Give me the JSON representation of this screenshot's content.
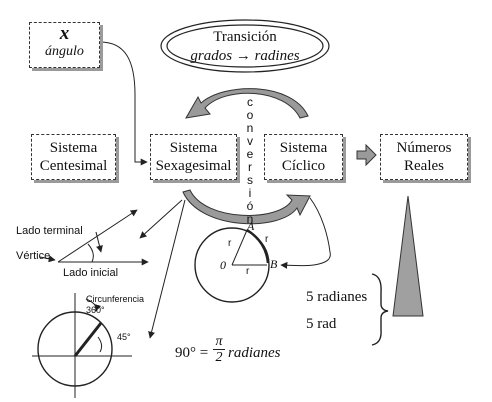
{
  "variable": {
    "symbol": "x",
    "name": "ángulo"
  },
  "transition": {
    "title": "Transición",
    "subtitle": "grados → radines"
  },
  "conversion_letters": [
    "c",
    "o",
    "n",
    "v",
    "e",
    "r",
    "s",
    "i",
    "ó",
    "n"
  ],
  "systems": [
    {
      "line1": "Sistema",
      "line2": "Centesimal"
    },
    {
      "line1": "Sistema",
      "line2": "Sexagesimal"
    },
    {
      "line1": "Sistema",
      "line2": "Cíclico"
    },
    {
      "line1": "Números",
      "line2": "Reales"
    }
  ],
  "angle_labels": {
    "terminal": "Lado terminal",
    "vertex": "Vértice",
    "initial": "Lado inicial"
  },
  "circle": {
    "title": "Circunferencia",
    "deg360": "360°",
    "deg45": "45°"
  },
  "radian_circle": {
    "A": "A",
    "B": "B",
    "O": "0",
    "r": "r"
  },
  "examples": {
    "radians": "5 radianes",
    "rad": "5 rad"
  },
  "formula": {
    "lhs": "90° =",
    "num": "π",
    "den": "2",
    "unit": "radianes"
  }
}
